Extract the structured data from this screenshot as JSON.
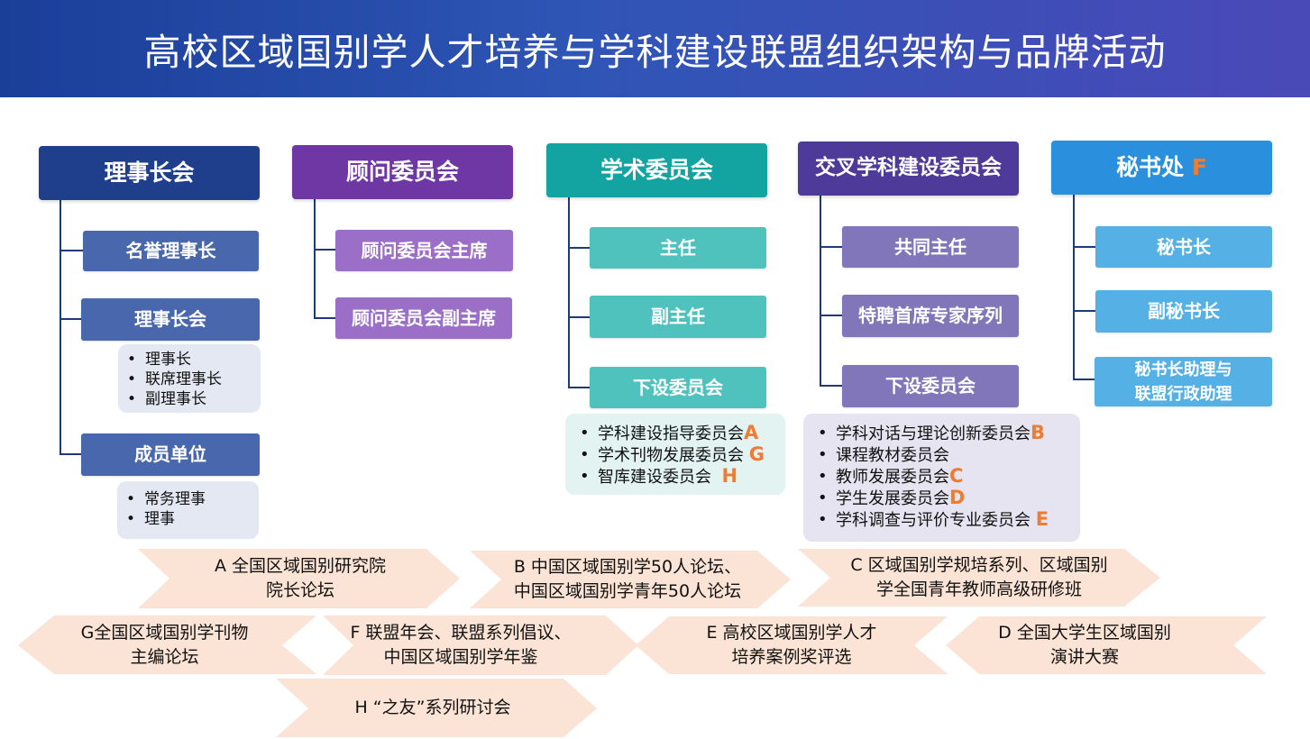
{
  "title": "高校区域国别学人才培养与学科建设联盟组织架构与品牌活动",
  "colors": {
    "board": "#1f3f8c",
    "board_sub": "#4867ad",
    "advisory": "#6e37a3",
    "advisory_sub": "#9b6ec8",
    "academic": "#13a3a0",
    "academic_sub": "#4fc2bd",
    "cross": "#4e3a99",
    "cross_sub": "#8176b9",
    "secretariat": "#2a8fdc",
    "secretariat_sub": "#55b0e6",
    "highlight_letter": "#ee7d31",
    "arrow_fill": "#fbe3d5"
  },
  "columns": {
    "board": {
      "head": "理事长会",
      "items": [
        "名誉理事长",
        "理事长会",
        "成员单位"
      ],
      "council_members": [
        "理事长",
        "联席理事长",
        "副理事长"
      ],
      "member_units": [
        "常务理事",
        "理事"
      ]
    },
    "advisory": {
      "head": "顾问委员会",
      "items": [
        "顾问委员会主席",
        "顾问委员会副主席"
      ]
    },
    "academic": {
      "head": "学术委员会",
      "items": [
        "主任",
        "副主任",
        "下设委员会"
      ],
      "subcommittees": [
        {
          "name": "学科建设指导委员会",
          "letter": "A"
        },
        {
          "name": "学术刊物发展委员会",
          "letter": "G"
        },
        {
          "name": "智库建设委员会",
          "letter": "H"
        }
      ]
    },
    "cross": {
      "head": "交叉学科建设委员会",
      "items": [
        "共同主任",
        "特聘首席专家序列",
        "下设委员会"
      ],
      "subcommittees": [
        {
          "name": "学科对话与理论创新委员会",
          "letter": "B"
        },
        {
          "name": "课程教材委员会",
          "letter": ""
        },
        {
          "name": "教师发展委员会",
          "letter": "C"
        },
        {
          "name": "学生发展委员会",
          "letter": "D"
        },
        {
          "name": "学科调查与评价专业委员会",
          "letter": "E"
        }
      ]
    },
    "secretariat": {
      "head": "秘书处",
      "head_letter": "F",
      "items": [
        "秘书长",
        "副秘书长"
      ],
      "assistant_line1": "秘书长助理与",
      "assistant_line2": "联盟行政助理"
    }
  },
  "activities": {
    "a": {
      "line1": "A 全国区域国别研究院",
      "line2": "院长论坛"
    },
    "b": {
      "line1": "B 中国区域国别学50人论坛、",
      "line2": "中国区域国别学青年50人论坛"
    },
    "c": {
      "line1": "C 区域国别学规培系列、区域国别",
      "line2": "学全国青年教师高级研修班"
    },
    "g": {
      "line1": "G全国区域国别学刊物",
      "line2": "主编论坛"
    },
    "f": {
      "line1": "F 联盟年会、联盟系列倡议、",
      "line2": "中国区域国别学年鉴"
    },
    "e": {
      "line1": "E 高校区域国别学人才",
      "line2": "培养案例奖评选"
    },
    "d": {
      "line1": "D 全国大学生区域国别",
      "line2": "演讲大赛"
    },
    "h": {
      "line1": "H “之友”系列研讨会"
    }
  }
}
